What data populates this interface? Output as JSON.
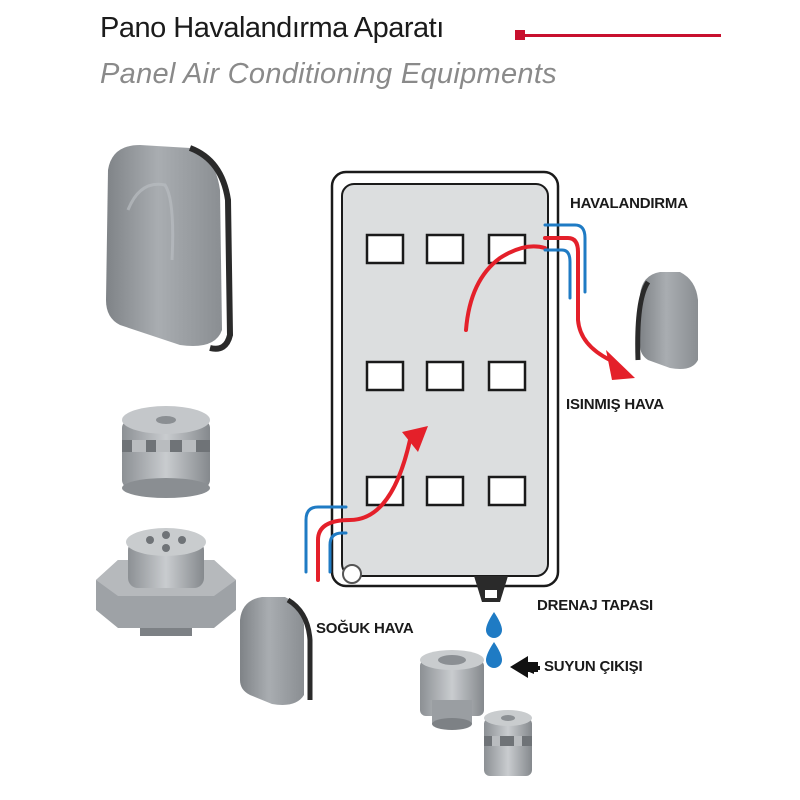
{
  "title": {
    "turkish": "Pano Havalandırma Aparatı",
    "english": "Panel Air Conditioning Equipments"
  },
  "labels": {
    "ventilation": "HAVALANDIRMA",
    "warm_air": "ISINMIŞ HAVA",
    "cold_air": "SOĞUK HAVA",
    "drain_plug": "DRENAJ TAPASI",
    "water_outlet": "SUYUN ÇIKIŞI"
  },
  "colors": {
    "accent_red": "#c8102e",
    "air_flow_red": "#e4202a",
    "air_flow_blue": "#1f7bc4",
    "panel_fill": "#dcdedf",
    "part_gray": "#9ea2a6"
  },
  "icons": [
    "vent-hood-icon",
    "grommet-icon",
    "water-drop-icon",
    "arrow-right-icon"
  ]
}
